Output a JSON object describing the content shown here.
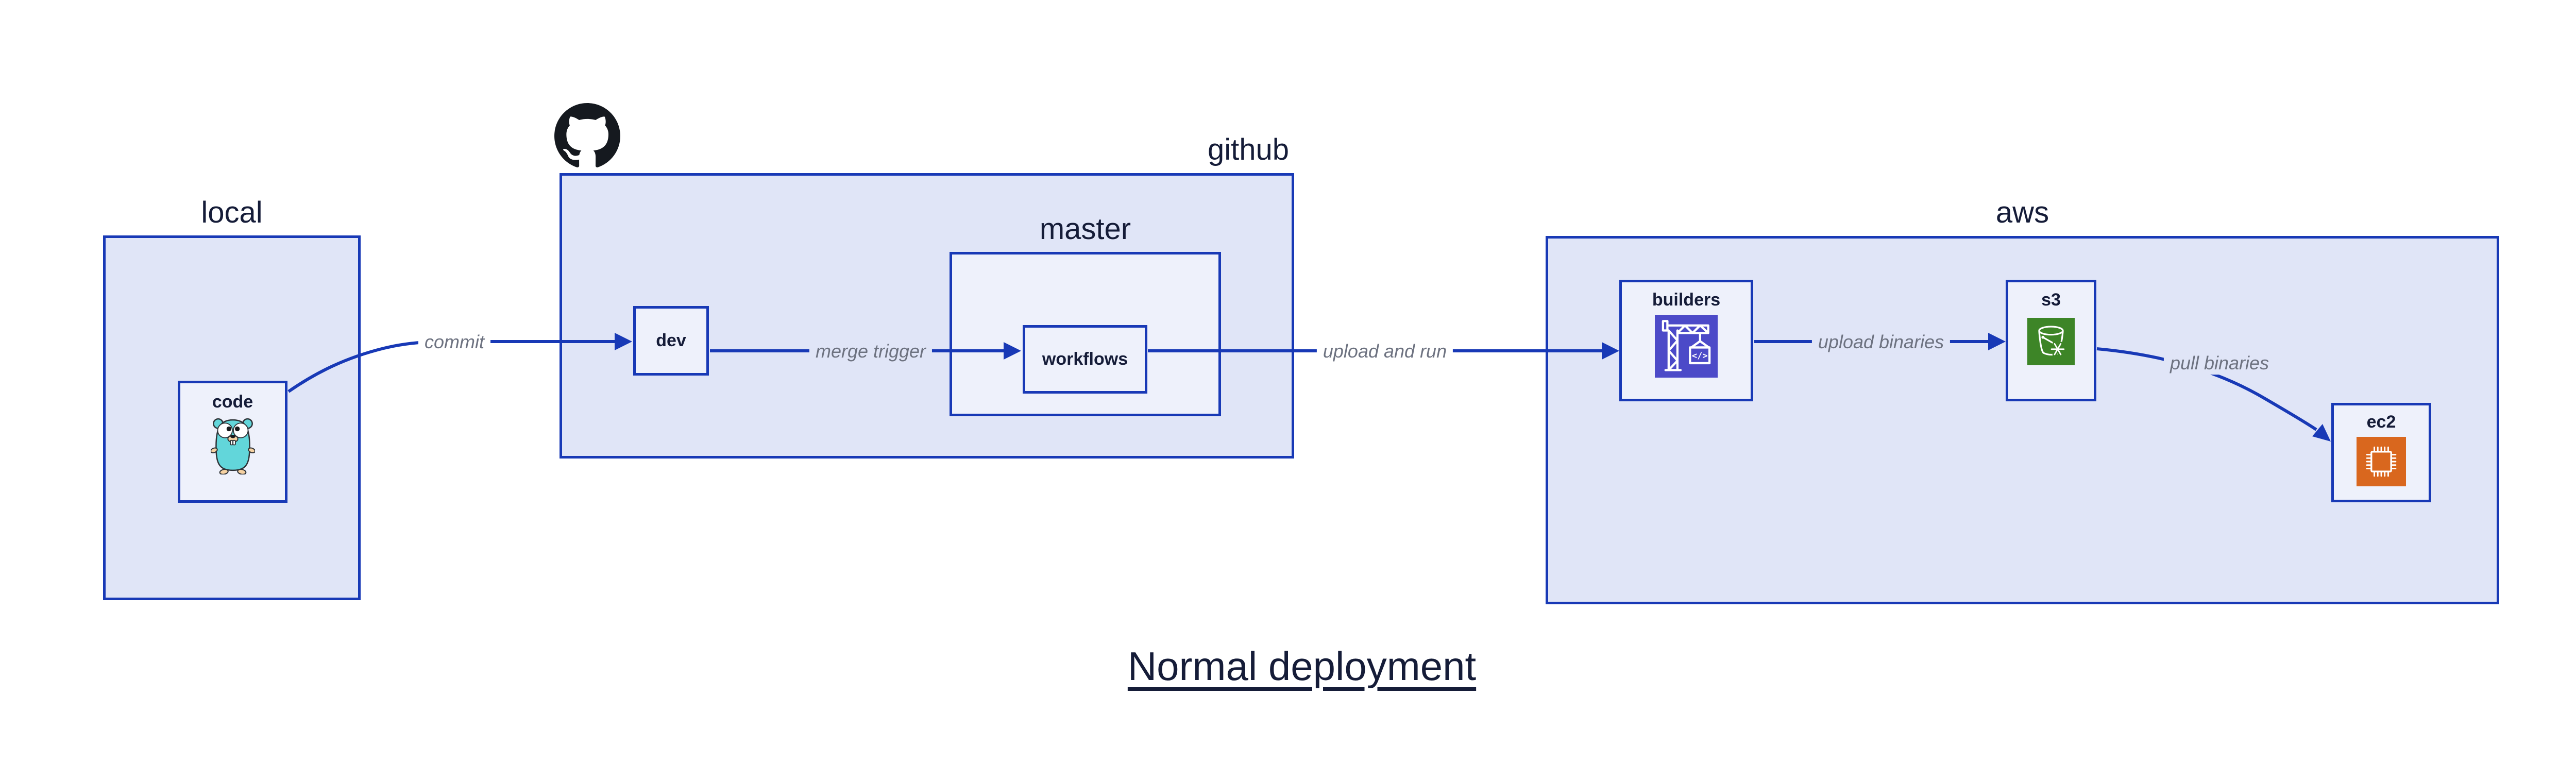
{
  "diagram": {
    "caption": "Normal deployment",
    "containers": {
      "local": {
        "label": "local"
      },
      "github": {
        "label": "github",
        "logo_icon": "github-octocat-icon"
      },
      "master": {
        "label": "master"
      },
      "aws": {
        "label": "aws"
      }
    },
    "nodes": {
      "code": {
        "label": "code",
        "icon": "go-gopher-icon"
      },
      "dev": {
        "label": "dev"
      },
      "workflows": {
        "label": "workflows"
      },
      "builders": {
        "label": "builders",
        "icon": "aws-codebuild-icon"
      },
      "s3": {
        "label": "s3",
        "icon": "aws-s3-bucket-icon"
      },
      "ec2": {
        "label": "ec2",
        "icon": "aws-ec2-chip-icon"
      }
    },
    "edges": {
      "commit": {
        "label": "commit",
        "from": "code",
        "to": "dev"
      },
      "merge_trigger": {
        "label": "merge trigger",
        "from": "dev",
        "to": "workflows"
      },
      "upload_and_run": {
        "label": "upload and run",
        "from": "workflows",
        "to": "builders"
      },
      "upload_binaries": {
        "label": "upload binaries",
        "from": "builders",
        "to": "s3"
      },
      "pull_binaries": {
        "label": "pull binaries",
        "from": "s3",
        "to": "ec2"
      }
    }
  },
  "colors": {
    "page_bg": "#ffffff",
    "line_blue": "#1839b6",
    "container_fill": "#e0e5f7",
    "node_fill": "#eef1fb",
    "text_navy": "#151c38",
    "edge_label_gray": "#6d7280",
    "codebuild_purple": "#4c4ac8",
    "s3_green": "#3d8527",
    "ec2_orange": "#d9671e",
    "octocat_black": "#15191f",
    "gopher_teal": "#62d6da",
    "gopher_tan": "#f6d2a2"
  }
}
